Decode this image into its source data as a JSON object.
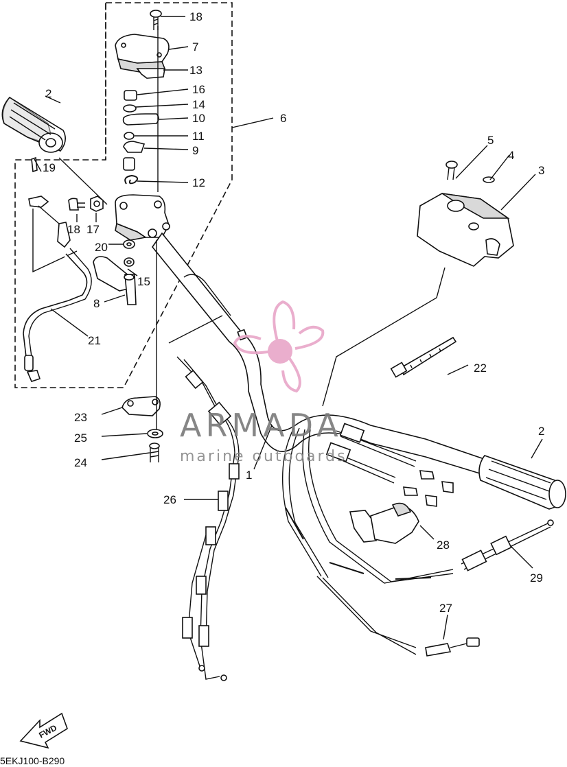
{
  "diagram": {
    "callouts": [
      {
        "id": "c1",
        "label": "1"
      },
      {
        "id": "c2a",
        "label": "2"
      },
      {
        "id": "c2b",
        "label": "2"
      },
      {
        "id": "c3",
        "label": "3"
      },
      {
        "id": "c4",
        "label": "4"
      },
      {
        "id": "c5",
        "label": "5"
      },
      {
        "id": "c6",
        "label": "6"
      },
      {
        "id": "c7",
        "label": "7"
      },
      {
        "id": "c8",
        "label": "8"
      },
      {
        "id": "c9",
        "label": "9"
      },
      {
        "id": "c10",
        "label": "10"
      },
      {
        "id": "c11",
        "label": "11"
      },
      {
        "id": "c12",
        "label": "12"
      },
      {
        "id": "c13",
        "label": "13"
      },
      {
        "id": "c14",
        "label": "14"
      },
      {
        "id": "c15",
        "label": "15"
      },
      {
        "id": "c16",
        "label": "16"
      },
      {
        "id": "c17",
        "label": "17"
      },
      {
        "id": "c18a",
        "label": "18"
      },
      {
        "id": "c18b",
        "label": "18"
      },
      {
        "id": "c19",
        "label": "19"
      },
      {
        "id": "c20",
        "label": "20"
      },
      {
        "id": "c21",
        "label": "21"
      },
      {
        "id": "c22",
        "label": "22"
      },
      {
        "id": "c23",
        "label": "23"
      },
      {
        "id": "c24",
        "label": "24"
      },
      {
        "id": "c25",
        "label": "25"
      },
      {
        "id": "c26",
        "label": "26"
      },
      {
        "id": "c27",
        "label": "27"
      },
      {
        "id": "c28",
        "label": "28"
      },
      {
        "id": "c29",
        "label": "29"
      }
    ],
    "direction_label": "FWD",
    "drawing_code": "5EKJ100-B290"
  },
  "watermark": {
    "brand": "ARMADA",
    "tagline": "marine outboards",
    "logo": "propeller-logo",
    "logo_color": "#e8a6c8",
    "text_color": "#7a7a7a"
  }
}
